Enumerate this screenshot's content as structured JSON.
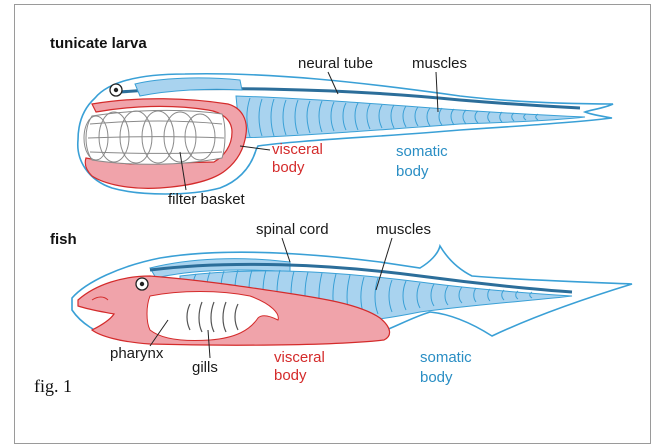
{
  "figure": {
    "caption": "fig. 1",
    "colors": {
      "visceral": "#d42b2b",
      "visceral_fill": "#f0a3aa",
      "somatic": "#2a8ec4",
      "muscle_fill": "#a9d3ef",
      "outline": "#3aa0d6"
    }
  },
  "tunicate": {
    "title": "tunicate larva",
    "labels": {
      "neural_tube": "neural tube",
      "muscles": "muscles",
      "visceral_1": "visceral",
      "visceral_2": "body",
      "somatic_1": "somatic",
      "somatic_2": "body",
      "filter_basket": "filter basket"
    }
  },
  "fish": {
    "title": "fish",
    "labels": {
      "spinal_cord": "spinal cord",
      "muscles": "muscles",
      "pharynx": "pharynx",
      "gills": "gills",
      "visceral_1": "visceral",
      "visceral_2": "body",
      "somatic_1": "somatic",
      "somatic_2": "body"
    }
  }
}
